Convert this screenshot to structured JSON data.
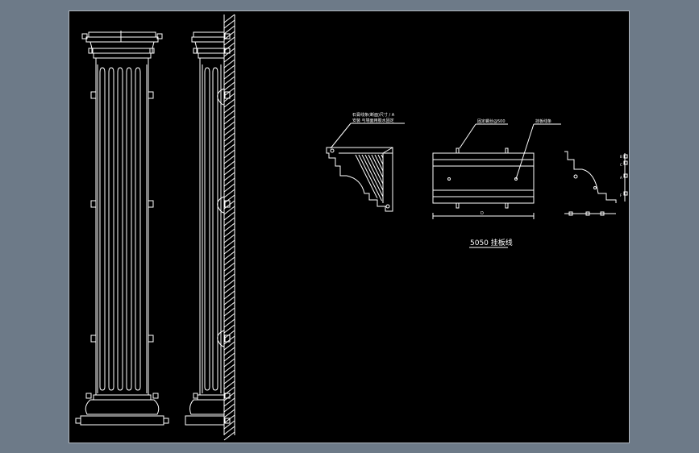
{
  "app": {
    "background_color": "#6d7a88",
    "canvas_color": "#000000",
    "line_color": "#ffffff"
  },
  "drawing": {
    "title": "5050 挂板线",
    "cornice_note_line1": "石膏线条(断面)尺寸 / A",
    "cornice_note_line2": "安装 与墙面用胶水固定",
    "board_note": "固定螺丝@500",
    "board_note_right": "挂板线条",
    "bottom_dim": "D",
    "right_dims": [
      "B",
      "C",
      "A",
      "F"
    ]
  }
}
